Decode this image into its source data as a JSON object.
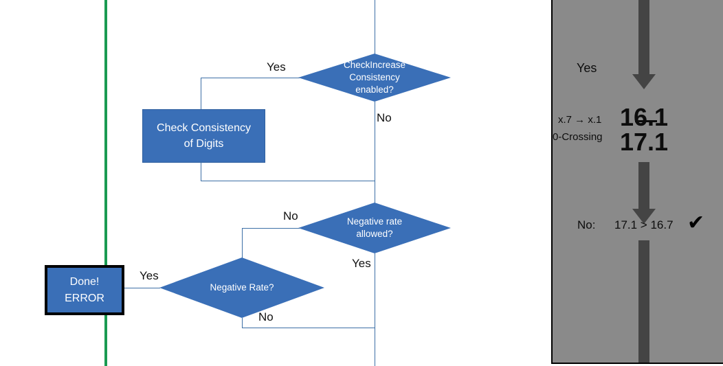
{
  "diagram": {
    "green_divider_color": "#1a9a52",
    "accent_color": "#3a6fb7",
    "connector_color": "#3b6ea5",
    "nodes": {
      "check_increase_diamond": "CheckIncrease\nConsistency\nenabled?",
      "check_increase_line1": "CheckIncrease",
      "check_increase_line2": "Consistency",
      "check_increase_line3": "enabled?",
      "check_consistency_box_line1": "Check Consistency",
      "check_consistency_box_line2": "of Digits",
      "negative_rate_allowed_line1": "Negative rate",
      "negative_rate_allowed_line2": "allowed?",
      "negative_rate_diamond": "Negative Rate?",
      "done_error_line1": "Done!",
      "done_error_line2": "ERROR"
    },
    "edge_labels": {
      "check_increase_yes": "Yes",
      "check_increase_no": "No",
      "negative_allowed_no": "No",
      "negative_allowed_yes": "Yes",
      "negative_rate_yes": "Yes",
      "negative_rate_no": "No"
    }
  },
  "panel": {
    "background_color": "#8a8a8a",
    "arrow_color": "#444444",
    "yes_label": "Yes",
    "transition_label": "x.7 → x.1",
    "zero_crossing_label": "0-Crossing",
    "value_struck": "16.1",
    "value_current": "17.1",
    "result_prefix": "No:",
    "result_comparison": "17.1 > 16.7",
    "result_check_icon": "✔"
  }
}
